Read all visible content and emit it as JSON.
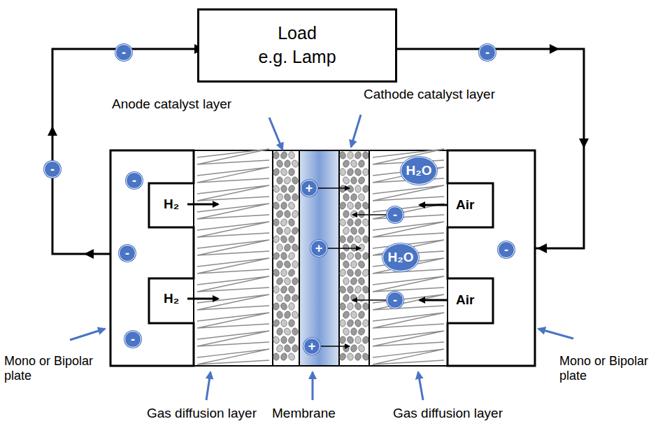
{
  "diagram": {
    "nodes": [
      {
        "text": [
          "Load",
          "e.g. Lamp"
        ]
      },
      {
        "text": [
          "-"
        ]
      },
      {
        "text": [
          "-"
        ]
      },
      {
        "text": [
          "-"
        ]
      },
      {
        "text": [
          "-"
        ]
      },
      {
        "text": [
          "-"
        ]
      },
      {
        "text": [
          "-"
        ]
      },
      {
        "text": [
          "+"
        ]
      },
      {
        "text": [
          "-"
        ]
      },
      {
        "text": [
          "H₂O"
        ]
      },
      {
        "text": [
          "+"
        ]
      },
      {
        "text": [
          "H₂O"
        ]
      },
      {
        "text": [
          "-"
        ]
      },
      {
        "text": [
          "+"
        ]
      },
      {
        "text": [
          "-"
        ]
      }
    ],
    "labels": [
      "Anode catalyst layer",
      "Cathode catalyst layer",
      "H₂",
      "H₂",
      "Air",
      "Air",
      "Mono or Bipolar plate",
      "Mono or Bipolar plate",
      "Gas diffusion layer",
      "Membrane",
      "Gas diffusion layer"
    ]
  }
}
